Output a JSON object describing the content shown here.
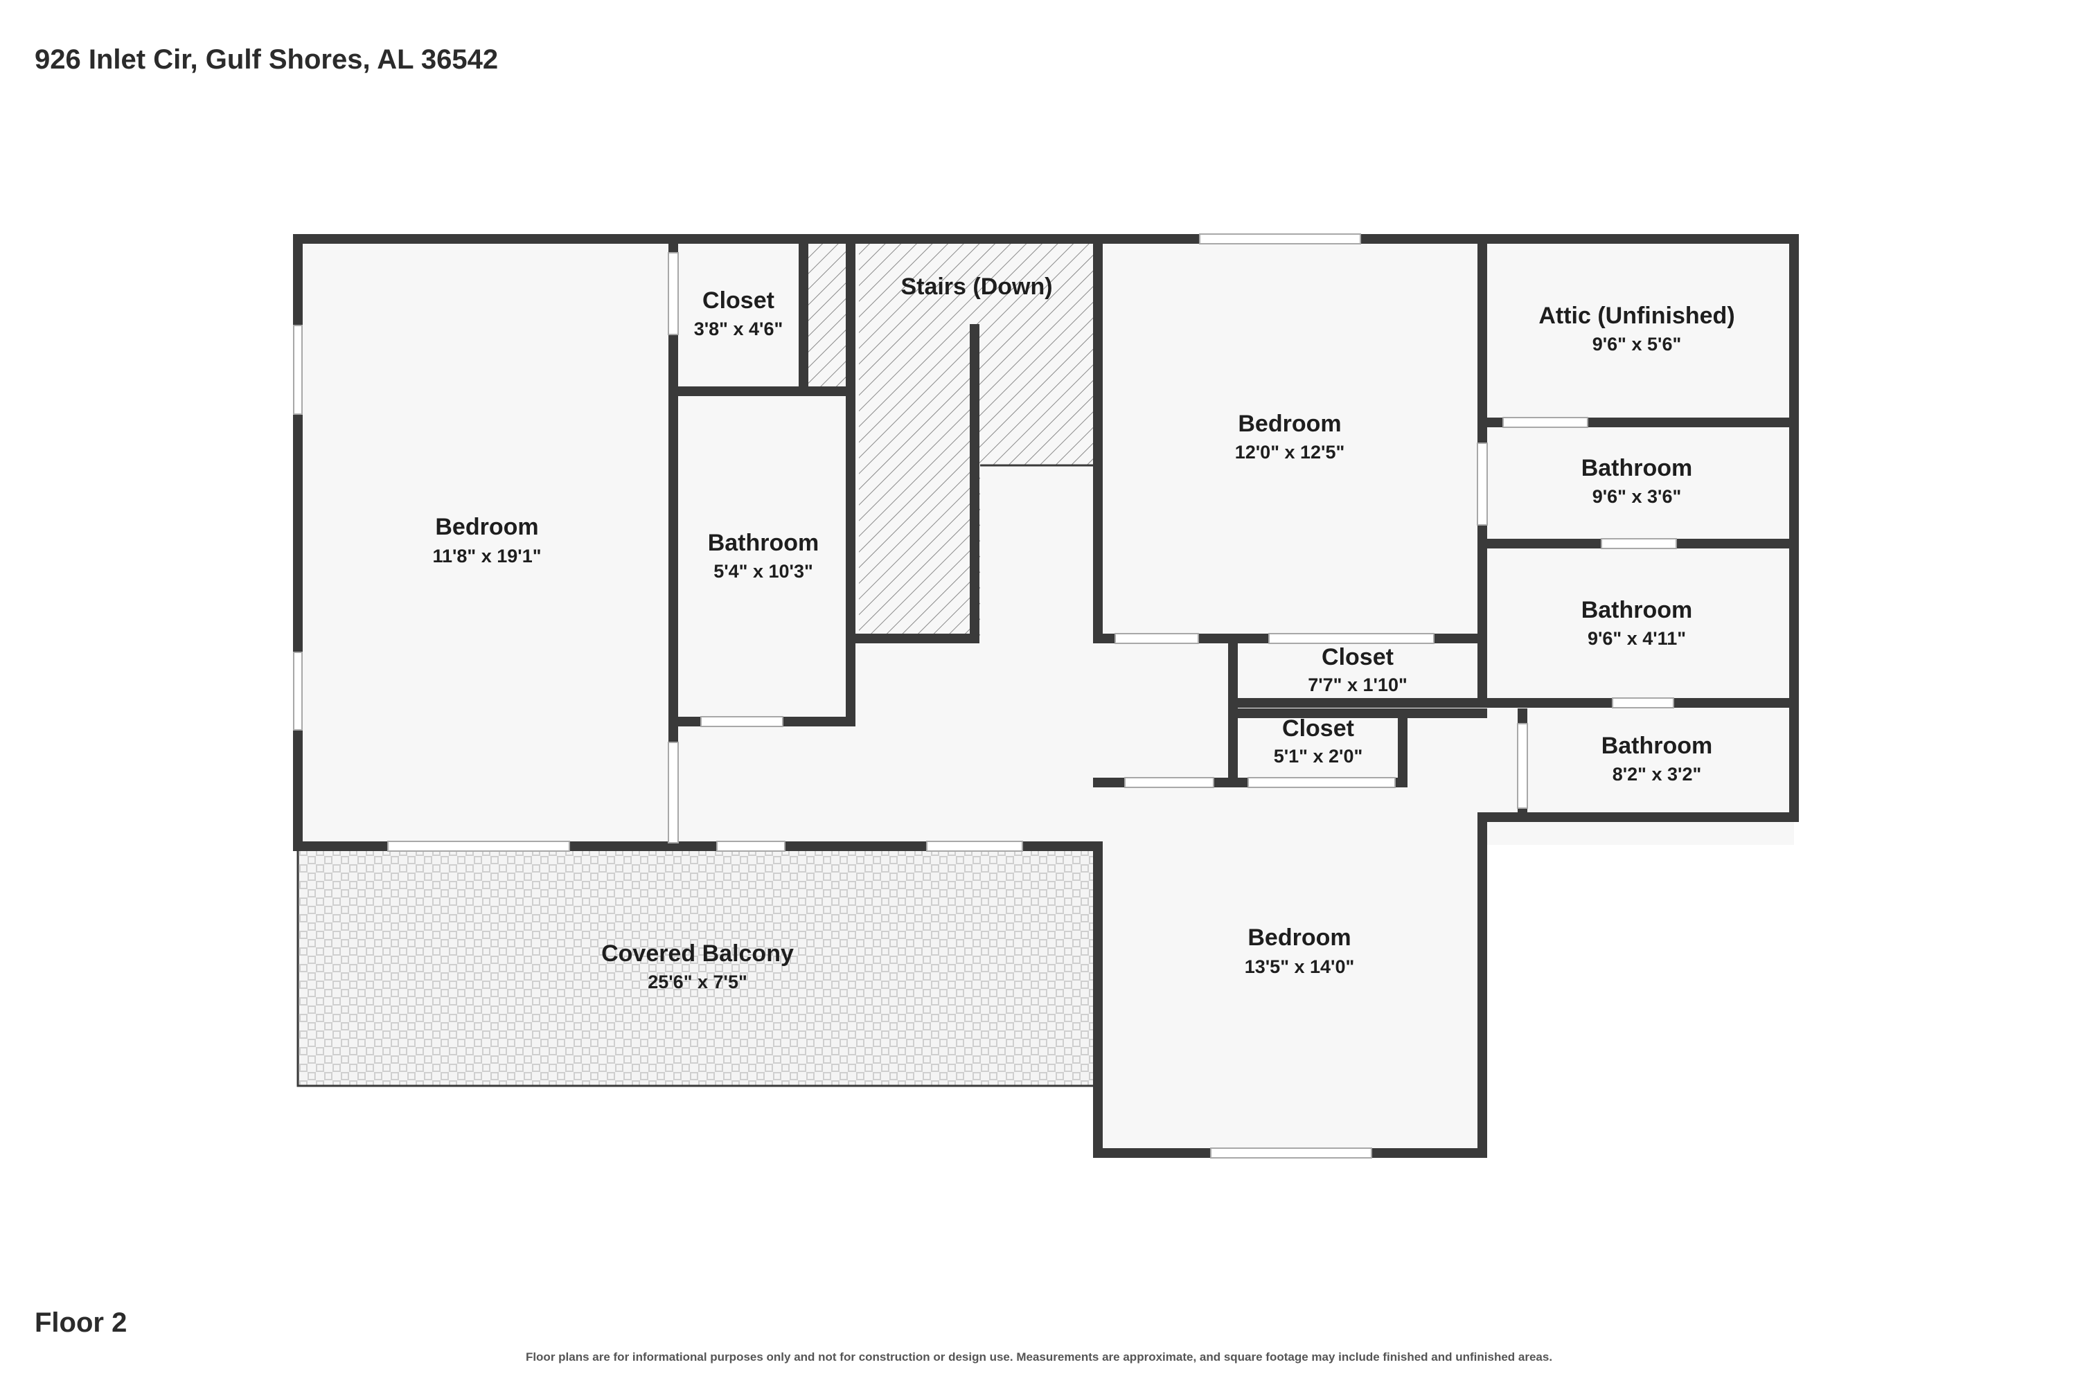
{
  "address": "926 Inlet Cir, Gulf Shores, AL 36542",
  "floor": "Floor 2",
  "disclaimer": "Floor plans are for informational purposes only and not for construction or design use. Measurements are approximate, and square footage may include finished and unfinished areas.",
  "colors": {
    "wall": "#3a3a3a",
    "floor": "#f7f7f7",
    "hatch": "#8a8a8a",
    "background": "#ffffff"
  },
  "rooms": [
    {
      "id": "bedroom-1",
      "name": "Bedroom",
      "dims": "11'8\" x 19'1\""
    },
    {
      "id": "closet-1",
      "name": "Closet",
      "dims": "3'8\" x 4'6\""
    },
    {
      "id": "stairs",
      "name": "Stairs (Down)",
      "dims": ""
    },
    {
      "id": "bathroom-1",
      "name": "Bathroom",
      "dims": "5'4\" x 10'3\""
    },
    {
      "id": "bedroom-2",
      "name": "Bedroom",
      "dims": "12'0\" x 12'5\""
    },
    {
      "id": "attic",
      "name": "Attic (Unfinished)",
      "dims": "9'6\" x 5'6\""
    },
    {
      "id": "bathroom-2",
      "name": "Bathroom",
      "dims": "9'6\" x 3'6\""
    },
    {
      "id": "bathroom-3",
      "name": "Bathroom",
      "dims": "9'6\" x 4'11\""
    },
    {
      "id": "closet-2",
      "name": "Closet",
      "dims": "7'7\" x 1'10\""
    },
    {
      "id": "closet-3",
      "name": "Closet",
      "dims": "5'1\" x 2'0\""
    },
    {
      "id": "bathroom-4",
      "name": "Bathroom",
      "dims": "8'2\" x 3'2\""
    },
    {
      "id": "balcony",
      "name": "Covered Balcony",
      "dims": "25'6\" x 7'5\""
    },
    {
      "id": "bedroom-3",
      "name": "Bedroom",
      "dims": "13'5\" x 14'0\""
    }
  ]
}
